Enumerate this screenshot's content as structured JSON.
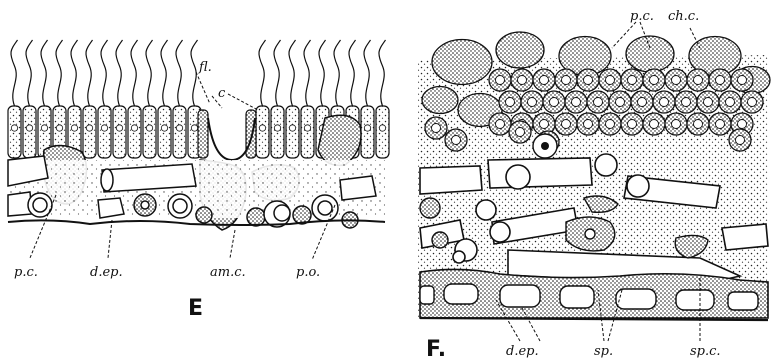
{
  "figure": {
    "panels": [
      {
        "id": "E",
        "panel_label": "E",
        "labels": {
          "fl": "fl.",
          "c": "c",
          "pc": "p.c.",
          "dep": "d.ep.",
          "amc": "am.c.",
          "po": "p.o."
        }
      },
      {
        "id": "F",
        "panel_label": "F.",
        "labels": {
          "pc": "p.c.",
          "chc": "ch.c.",
          "dep": "d.ep.",
          "sp": "sp.",
          "spc": "sp.c."
        }
      }
    ]
  }
}
